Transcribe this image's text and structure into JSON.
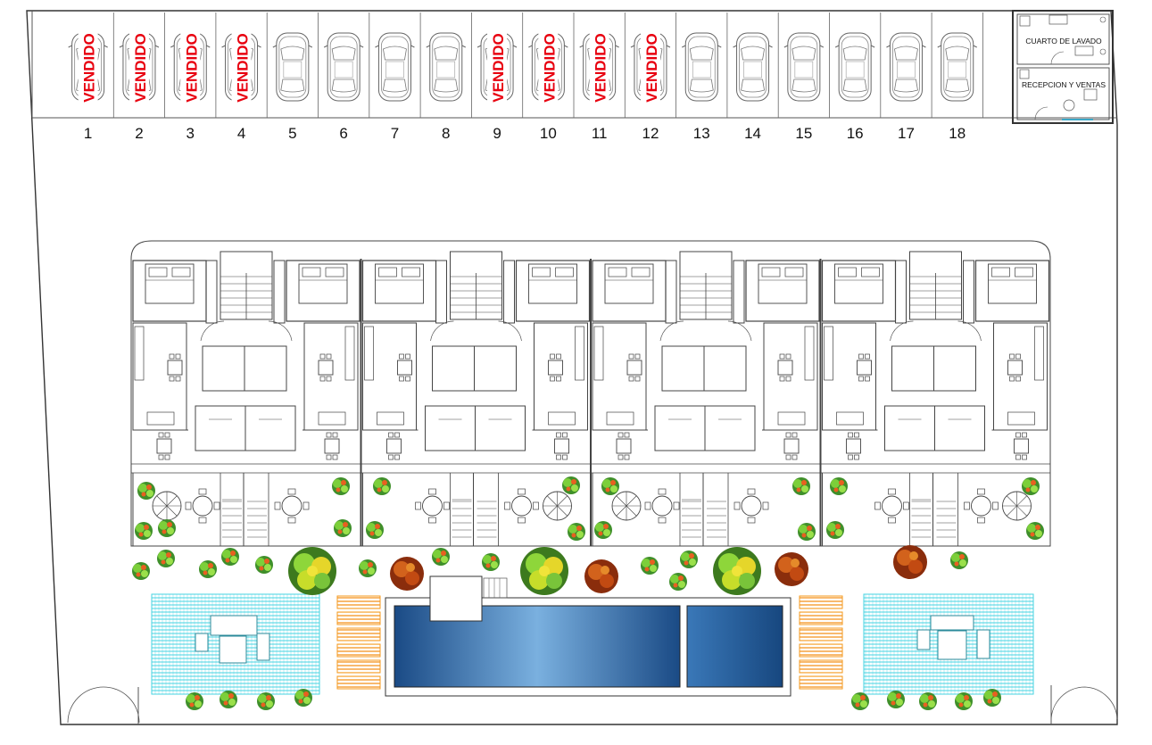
{
  "parking": {
    "spaces": [
      {
        "number": "1",
        "status": "VENDIDO"
      },
      {
        "number": "2",
        "status": "VENDIDO"
      },
      {
        "number": "3",
        "status": "VENDIDO"
      },
      {
        "number": "4",
        "status": "VENDIDO"
      },
      {
        "number": "5",
        "status": ""
      },
      {
        "number": "6",
        "status": ""
      },
      {
        "number": "7",
        "status": ""
      },
      {
        "number": "8",
        "status": ""
      },
      {
        "number": "9",
        "status": "VENDIDO"
      },
      {
        "number": "10",
        "status": "VENDIDO"
      },
      {
        "number": "11",
        "status": "VENDIDO"
      },
      {
        "number": "12",
        "status": "VENDIDO"
      },
      {
        "number": "13",
        "status": ""
      },
      {
        "number": "14",
        "status": ""
      },
      {
        "number": "15",
        "status": ""
      },
      {
        "number": "16",
        "status": ""
      },
      {
        "number": "17",
        "status": ""
      },
      {
        "number": "18",
        "status": ""
      }
    ],
    "sold_color": "#e8000f"
  },
  "rooms": {
    "laundry": "CUARTO DE LAVADO",
    "reception": "RECEPCION Y VENTAS"
  },
  "icons": {
    "car": "car-top-view-icon",
    "tree": "tree-icon",
    "umbrella": "umbrella-icon",
    "bed": "bed-icon",
    "table": "dining-table-icon"
  },
  "colors": {
    "pool_deep": "#1d4f8c",
    "pool_light": "#7fb2e0",
    "deck": "#40d7e6",
    "loungers": "#f59a1e",
    "tree_green": "#6cbf2e",
    "tree_yellow": "#e6d21c",
    "tree_brown": "#b8471a",
    "line": "#333333"
  }
}
